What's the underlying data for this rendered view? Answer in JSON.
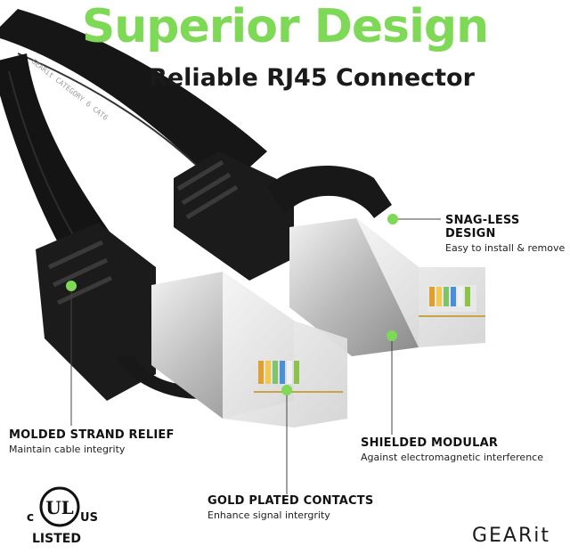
{
  "header": {
    "title": "Superior Design",
    "subtitle": "Reliable RJ45 Connector"
  },
  "cable_print": "GEARit CATEGORY 6 CAT6",
  "labels": {
    "snag": {
      "title": "SNAG-LESS DESIGN",
      "desc": "Easy to install & remove"
    },
    "relief": {
      "title": "MOLDED STRAND RELIEF",
      "desc": "Maintain cable integrity"
    },
    "shielded": {
      "title": "SHIELDED MODULAR",
      "desc": "Against electromagnetic interference"
    },
    "gold": {
      "title": "GOLD PLATED CONTACTS",
      "desc": "Enhance signal intergrity"
    }
  },
  "certification": {
    "c": "c",
    "ul": "UL",
    "us": "US",
    "listed": "LISTED"
  },
  "brand": "GEARit",
  "colors": {
    "accent_green": "#7ed957",
    "cable_black": "#161616",
    "text_dark": "#111111"
  }
}
